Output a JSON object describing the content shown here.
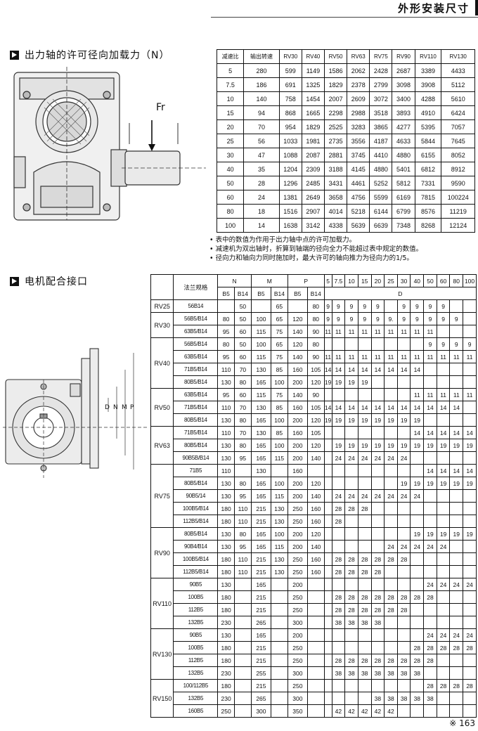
{
  "header": {
    "title": "外形安装尺寸"
  },
  "section1": {
    "title": "出力轴的许可径向加载力（N）",
    "drawing_label": "Fr"
  },
  "table1": {
    "headers": [
      "减速比",
      "输出转速",
      "RV30",
      "RV40",
      "RV50",
      "RV63",
      "RV75",
      "RV90",
      "RV110",
      "RV130"
    ],
    "rows": [
      [
        "5",
        "280",
        "599",
        "1149",
        "1586",
        "2062",
        "2428",
        "2687",
        "3389",
        "4433"
      ],
      [
        "7.5",
        "186",
        "691",
        "1325",
        "1829",
        "2378",
        "2799",
        "3098",
        "3908",
        "5112"
      ],
      [
        "10",
        "140",
        "758",
        "1454",
        "2007",
        "2609",
        "3072",
        "3400",
        "4288",
        "5610"
      ],
      [
        "15",
        "94",
        "868",
        "1665",
        "2298",
        "2988",
        "3518",
        "3893",
        "4910",
        "6424"
      ],
      [
        "20",
        "70",
        "954",
        "1829",
        "2525",
        "3283",
        "3865",
        "4277",
        "5395",
        "7057"
      ],
      [
        "25",
        "56",
        "1033",
        "1981",
        "2735",
        "3556",
        "4187",
        "4633",
        "5844",
        "7645"
      ],
      [
        "30",
        "47",
        "1088",
        "2087",
        "2881",
        "3745",
        "4410",
        "4880",
        "6155",
        "8052"
      ],
      [
        "40",
        "35",
        "1204",
        "2309",
        "3188",
        "4145",
        "4880",
        "5401",
        "6812",
        "8912"
      ],
      [
        "50",
        "28",
        "1296",
        "2485",
        "3431",
        "4461",
        "5252",
        "5812",
        "7331",
        "9590"
      ],
      [
        "60",
        "24",
        "1381",
        "2649",
        "3658",
        "4756",
        "5599",
        "6169",
        "7815",
        "100224"
      ],
      [
        "80",
        "18",
        "1516",
        "2907",
        "4014",
        "5218",
        "6144",
        "6799",
        "8576",
        "11219"
      ],
      [
        "100",
        "14",
        "1638",
        "3142",
        "4338",
        "5639",
        "6639",
        "7348",
        "8268",
        "12124"
      ]
    ]
  },
  "notes": [
    "• 表中的数值为作用于出力轴中点的许可加载力。",
    "• 减速机为双出轴时，折算到轴端的径向全力不能超过表中规定的数值。",
    "• 径向力和轴向力同时施加时，最大许可的轴向推力为径向力的1/5。"
  ],
  "section2": {
    "title": "电机配合接口",
    "drawing_labels": [
      "D",
      "N",
      "M",
      "P"
    ]
  },
  "table2": {
    "header_flange": "法兰规格",
    "header_groups": [
      "N",
      "M",
      "P"
    ],
    "header_sub": [
      "B5",
      "B14",
      "B5",
      "B14",
      "B5",
      "B14"
    ],
    "ratios": [
      "5",
      "7.5",
      "10",
      "15",
      "20",
      "25",
      "30",
      "40",
      "50",
      "60",
      "80",
      "100"
    ],
    "ratio_group": "D",
    "groups": [
      {
        "model": "RV25",
        "rows": [
          [
            "56B14",
            "",
            "50",
            "",
            "65",
            "",
            "80",
            "9",
            "9",
            "9",
            "9",
            "9",
            "",
            "9",
            "9",
            "9",
            "9",
            "",
            ""
          ]
        ]
      },
      {
        "model": "RV30",
        "rows": [
          [
            "56B5/B14",
            "80",
            "50",
            "100",
            "65",
            "120",
            "80",
            "9",
            "9",
            "9",
            "9",
            "9",
            "9.",
            "9",
            "9",
            "9",
            "9",
            "9",
            ""
          ],
          [
            "63B5/B14",
            "95",
            "60",
            "115",
            "75",
            "140",
            "90",
            "11",
            "11",
            "11",
            "11",
            "11",
            "11",
            "11",
            "11",
            "11",
            "",
            "",
            ""
          ]
        ]
      },
      {
        "model": "RV40",
        "rows": [
          [
            "56B5/B14",
            "80",
            "50",
            "100",
            "65",
            "120",
            "80",
            "",
            "",
            "",
            "",
            "",
            "",
            "",
            "",
            "9",
            "9",
            "9",
            "9"
          ],
          [
            "63B5/B14",
            "95",
            "60",
            "115",
            "75",
            "140",
            "90",
            "11",
            "11",
            "11",
            "11",
            "11",
            "11",
            "11",
            "11",
            "11",
            "11",
            "11",
            "11"
          ],
          [
            "71B5/B14",
            "110",
            "70",
            "130",
            "85",
            "160",
            "105",
            "14",
            "14",
            "14",
            "14",
            "14",
            "14",
            "14",
            "14",
            "",
            "",
            "",
            ""
          ],
          [
            "80B5/B14",
            "130",
            "80",
            "165",
            "100",
            "200",
            "120",
            "19",
            "19",
            "19",
            "19",
            "",
            "",
            "",
            "",
            "",
            "",
            "",
            ""
          ]
        ]
      },
      {
        "model": "RV50",
        "rows": [
          [
            "63B5/B14",
            "95",
            "60",
            "115",
            "75",
            "140",
            "90",
            "",
            "",
            "",
            "",
            "",
            "",
            "",
            "11",
            "11",
            "11",
            "11",
            "11"
          ],
          [
            "71B5/B14",
            "110",
            "70",
            "130",
            "85",
            "160",
            "105",
            "14",
            "14",
            "14",
            "14",
            "14",
            "14",
            "14",
            "14",
            "14",
            "14",
            "14",
            ""
          ],
          [
            "80B5/B14",
            "130",
            "80",
            "165",
            "100",
            "200",
            "120",
            "19",
            "19",
            "19",
            "19",
            "19",
            "19",
            "19",
            "19",
            "",
            "",
            "",
            ""
          ]
        ]
      },
      {
        "model": "RV63",
        "rows": [
          [
            "71B5/B14",
            "110",
            "70",
            "130",
            "85",
            "160",
            "105",
            "",
            "",
            "",
            "",
            "",
            "",
            "",
            "14",
            "14",
            "14",
            "14",
            "14"
          ],
          [
            "80B5/B14",
            "130",
            "80",
            "165",
            "100",
            "200",
            "120",
            "",
            "19",
            "19",
            "19",
            "19",
            "19",
            "19",
            "19",
            "19",
            "19",
            "19",
            "19"
          ],
          [
            "90B5B/B14",
            "130",
            "95",
            "165",
            "115",
            "200",
            "140",
            "",
            "24",
            "24",
            "24",
            "24",
            "24",
            "24",
            "",
            "",
            "",
            "",
            ""
          ]
        ]
      },
      {
        "model": "RV75",
        "rows": [
          [
            "71B5",
            "110",
            "",
            "130",
            "",
            "160",
            "",
            "",
            "",
            "",
            "",
            "",
            "",
            "",
            "",
            "14",
            "14",
            "14",
            "14"
          ],
          [
            "80B5/B14",
            "130",
            "80",
            "165",
            "100",
            "200",
            "120",
            "",
            "",
            "",
            "",
            "",
            "",
            "19",
            "19",
            "19",
            "19",
            "19",
            "19"
          ],
          [
            "90B5/14",
            "130",
            "95",
            "165",
            "115",
            "200",
            "140",
            "",
            "24",
            "24",
            "24",
            "24",
            "24",
            "24",
            "24",
            "",
            "",
            "",
            ""
          ],
          [
            "100B5/B14",
            "180",
            "110",
            "215",
            "130",
            "250",
            "160",
            "",
            "28",
            "28",
            "28",
            "",
            "",
            "",
            "",
            "",
            "",
            "",
            ""
          ],
          [
            "112B5/B14",
            "180",
            "110",
            "215",
            "130",
            "250",
            "160",
            "",
            "28",
            "",
            "",
            "",
            "",
            "",
            "",
            "",
            "",
            "",
            ""
          ]
        ]
      },
      {
        "model": "RV90",
        "rows": [
          [
            "80B5/B14",
            "130",
            "80",
            "165",
            "100",
            "200",
            "120",
            "",
            "",
            "",
            "",
            "",
            "",
            "",
            "19",
            "19",
            "19",
            "19",
            "19"
          ],
          [
            "90B4/B14",
            "130",
            "95",
            "165",
            "115",
            "200",
            "140",
            "",
            "",
            "",
            "",
            "",
            "24",
            "24",
            "24",
            "24",
            "24",
            "",
            ""
          ],
          [
            "100B5/B14",
            "180",
            "110",
            "215",
            "130",
            "250",
            "160",
            "",
            "28",
            "28",
            "28",
            "28",
            "28",
            "28",
            "",
            "",
            "",
            "",
            ""
          ],
          [
            "112B5/B14",
            "180",
            "110",
            "215",
            "130",
            "250",
            "160",
            "",
            "28",
            "28",
            "28",
            "28",
            "",
            "",
            "",
            "",
            "",
            "",
            ""
          ]
        ]
      },
      {
        "model": "RV110",
        "rows": [
          [
            "90B5",
            "130",
            "",
            "165",
            "",
            "200",
            "",
            "",
            "",
            "",
            "",
            "",
            "",
            "",
            "",
            "24",
            "24",
            "24",
            "24"
          ],
          [
            "100B5",
            "180",
            "",
            "215",
            "",
            "250",
            "",
            "",
            "28",
            "28",
            "28",
            "28",
            "28",
            "28",
            "28",
            "28",
            "",
            "",
            ""
          ],
          [
            "112B5",
            "180",
            "",
            "215",
            "",
            "250",
            "",
            "",
            "28",
            "28",
            "28",
            "28",
            "28",
            "28",
            "",
            "",
            "",
            "",
            ""
          ],
          [
            "132B5",
            "230",
            "",
            "265",
            "",
            "300",
            "",
            "",
            "38",
            "38",
            "38",
            "38",
            "",
            "",
            "",
            "",
            "",
            "",
            ""
          ]
        ]
      },
      {
        "model": "RV130",
        "rows": [
          [
            "90B5",
            "130",
            "",
            "165",
            "",
            "200",
            "",
            "",
            "",
            "",
            "",
            "",
            "",
            "",
            "",
            "24",
            "24",
            "24",
            "24"
          ],
          [
            "100B5",
            "180",
            "",
            "215",
            "",
            "250",
            "",
            "",
            "",
            "",
            "",
            "",
            "",
            "",
            "28",
            "28",
            "28",
            "28",
            "28"
          ],
          [
            "112B5",
            "180",
            "",
            "215",
            "",
            "250",
            "",
            "",
            "28",
            "28",
            "28",
            "28",
            "28",
            "28",
            "28",
            "28",
            "",
            "",
            ""
          ],
          [
            "132B5",
            "230",
            "",
            "255",
            "",
            "300",
            "",
            "",
            "38",
            "38",
            "38",
            "38",
            "38",
            "38",
            "38",
            "",
            "",
            "",
            ""
          ]
        ]
      },
      {
        "model": "RV150",
        "rows": [
          [
            "100/112B5",
            "180",
            "",
            "215",
            "",
            "250",
            "",
            "",
            "",
            "",
            "",
            "",
            "",
            "",
            "",
            "28",
            "28",
            "28",
            "28"
          ],
          [
            "132B5",
            "230",
            "",
            "265",
            "",
            "300",
            "",
            "",
            "",
            "",
            "",
            "38",
            "38",
            "38",
            "38",
            "38",
            "",
            "",
            ""
          ],
          [
            "160B5",
            "250",
            "",
            "300",
            "",
            "350",
            "",
            "",
            "42",
            "42",
            "42",
            "42",
            "42",
            "",
            "",
            "",
            "",
            "",
            ""
          ]
        ]
      }
    ]
  },
  "page_number": "※ 163"
}
